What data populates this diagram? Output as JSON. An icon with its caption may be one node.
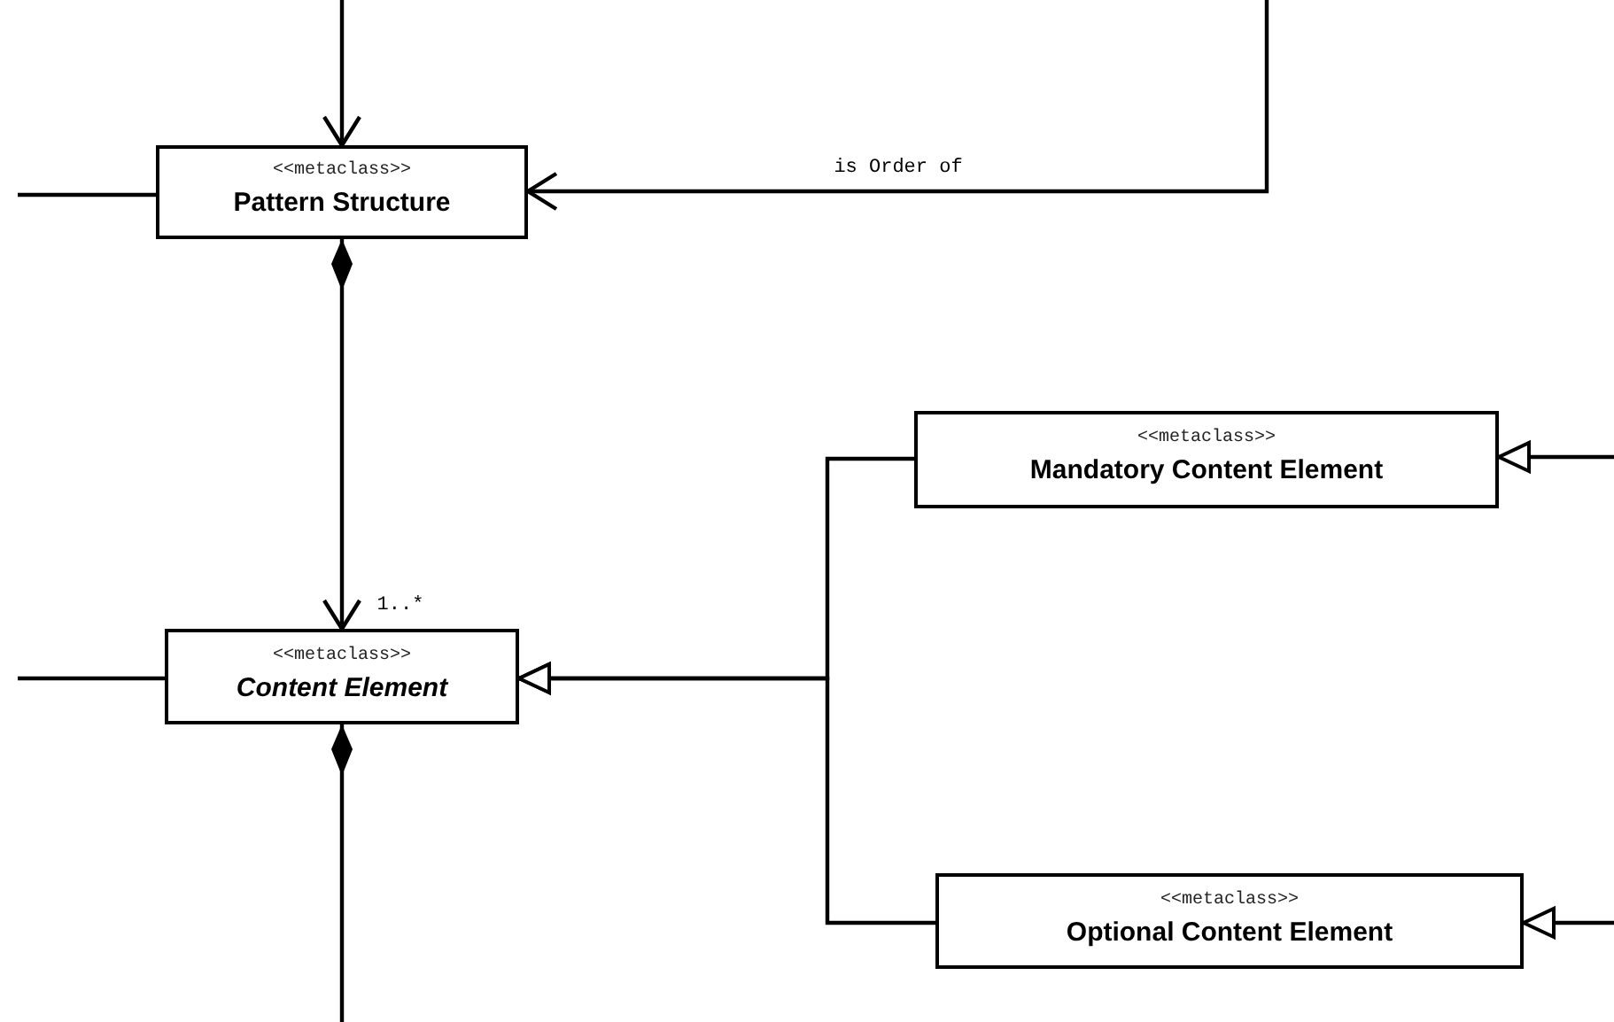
{
  "diagram": {
    "nodes": [
      {
        "text": [
          "<<metaclass>>",
          "Pattern Structure"
        ]
      },
      {
        "text": [
          "<<metaclass>>",
          "Content Element"
        ]
      },
      {
        "text": [
          "<<metaclass>>",
          "Mandatory Content Element"
        ]
      },
      {
        "text": [
          "<<metaclass>>",
          "Optional Content Element"
        ]
      }
    ],
    "edges": [
      {
        "from": null,
        "to": 0,
        "arrow": "to"
      },
      {
        "from": null,
        "to": 0,
        "arrow": "none"
      },
      {
        "from": null,
        "to": 0,
        "arrow": "to",
        "label": "is Order of"
      },
      {
        "from": 0,
        "to": 1,
        "arrow": "to",
        "label": "1..*"
      },
      {
        "from": null,
        "to": 1,
        "arrow": "none"
      },
      {
        "from": 2,
        "to": 1,
        "arrow": "to"
      },
      {
        "from": 3,
        "to": 1,
        "arrow": "to"
      },
      {
        "from": null,
        "to": 2,
        "arrow": "to"
      },
      {
        "from": null,
        "to": 3,
        "arrow": "to"
      },
      {
        "from": 1,
        "to": null,
        "arrow": "other"
      }
    ]
  }
}
